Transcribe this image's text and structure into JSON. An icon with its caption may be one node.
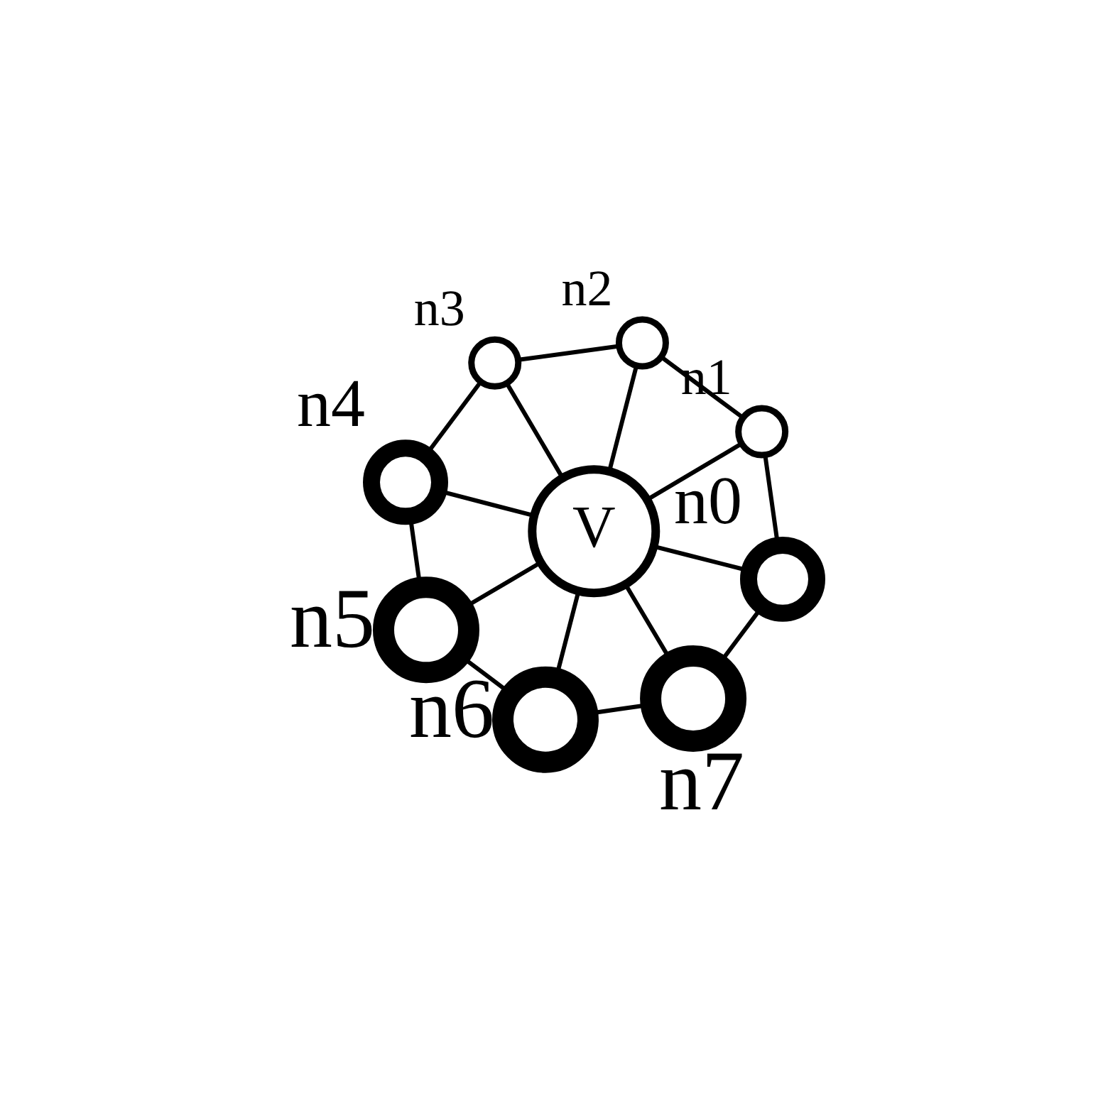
{
  "diagram": {
    "nodes": [
      {
        "text": [
          "V"
        ]
      },
      {
        "text": [],
        "shape": "circle",
        "beside": [
          "n0"
        ]
      },
      {
        "text": [],
        "shape": "circle",
        "beside": [
          "n1"
        ]
      },
      {
        "text": [],
        "shape": "circle",
        "beside": [
          "n2"
        ]
      },
      {
        "text": [],
        "shape": "circle",
        "beside": [
          "n3"
        ]
      },
      {
        "text": [],
        "shape": "circle",
        "beside": [
          "n4"
        ]
      },
      {
        "text": [],
        "shape": "circle",
        "beside": [
          "n5"
        ]
      },
      {
        "text": [],
        "shape": "circle",
        "beside": [
          "n6"
        ]
      },
      {
        "text": [],
        "shape": "circle",
        "beside": [
          "n7"
        ]
      }
    ],
    "edges": [
      {
        "from": 0,
        "to": 1,
        "arrow": "none"
      },
      {
        "from": 0,
        "to": 2,
        "arrow": "none"
      },
      {
        "from": 0,
        "to": 3,
        "arrow": "none"
      },
      {
        "from": 0,
        "to": 4,
        "arrow": "none"
      },
      {
        "from": 0,
        "to": 5,
        "arrow": "none"
      },
      {
        "from": 0,
        "to": 6,
        "arrow": "none"
      },
      {
        "from": 0,
        "to": 7,
        "arrow": "none"
      },
      {
        "from": 0,
        "to": 8,
        "arrow": "none"
      },
      {
        "from": 1,
        "to": 2,
        "arrow": "none"
      },
      {
        "from": 2,
        "to": 3,
        "arrow": "none"
      },
      {
        "from": 3,
        "to": 4,
        "arrow": "none"
      },
      {
        "from": 4,
        "to": 5,
        "arrow": "none"
      },
      {
        "from": 5,
        "to": 6,
        "arrow": "none"
      },
      {
        "from": 6,
        "to": 7,
        "arrow": "none"
      },
      {
        "from": 7,
        "to": 8,
        "arrow": "none"
      },
      {
        "from": 8,
        "to": 1,
        "arrow": "none"
      }
    ]
  }
}
